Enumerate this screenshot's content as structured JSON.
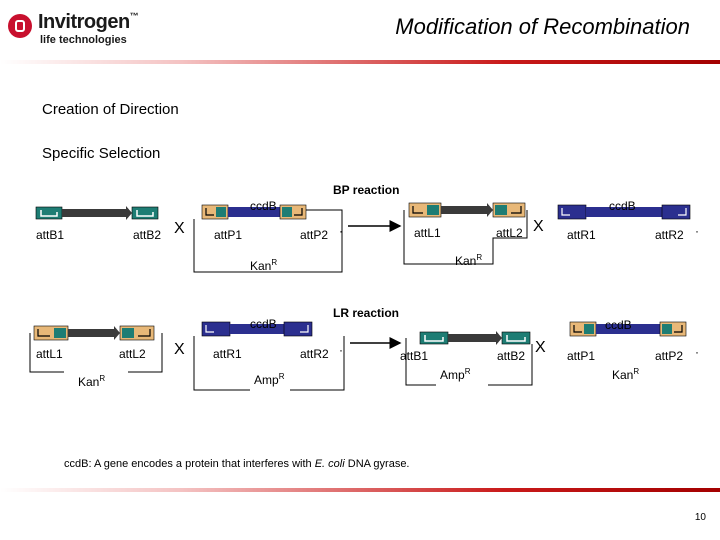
{
  "header": {
    "logo_name": "Invitrogen",
    "logo_trademark": "™",
    "logo_tagline": "life technologies",
    "title": "Modification of  Recombination"
  },
  "body": {
    "heading_1": "Creation of Direction",
    "heading_2": "Specific Selection"
  },
  "bp_row": {
    "reaction": "BP reaction",
    "cross": "X",
    "dot": "·",
    "expr_plasmid": {
      "site_left": "attB1",
      "site_right": "attB2"
    },
    "donor_vector": {
      "site_left": "attP1",
      "site_right": "attP2",
      "toxic_gene": "ccdB",
      "marker": "KanR"
    },
    "entry_clone": {
      "site_left": "attL1",
      "site_right": "attL2",
      "marker": "KanR"
    },
    "byproduct": {
      "site_left": "attR1",
      "site_right": "attR2",
      "toxic_gene": "ccdB"
    }
  },
  "lr_row": {
    "reaction": "LR reaction",
    "cross": "X",
    "dot": "·",
    "entry_clone": {
      "site_left": "attL1",
      "site_right": "attL2",
      "marker": "KanR"
    },
    "destination_vector": {
      "site_left": "attR1",
      "site_right": "attR2",
      "toxic_gene": "ccdB",
      "marker": "AmpR"
    },
    "expression_clone": {
      "site_left": "attB1",
      "site_right": "attB2",
      "marker": "AmpR"
    },
    "byproduct": {
      "site_left": "attP1",
      "site_right": "attP2",
      "toxic_gene": "ccdB",
      "marker": "KanR"
    }
  },
  "footnote": {
    "prefix": "ccdB: A gene encodes a protein that interferes with ",
    "organism": "E. coli",
    "suffix": " DNA gyrase."
  },
  "page_number": "10",
  "colors": {
    "teal": "#1e7d74",
    "tan": "#e8b878",
    "blue": "#2b2f8f",
    "gene": "#3a3a3a",
    "brand_red": "#c8102e"
  }
}
